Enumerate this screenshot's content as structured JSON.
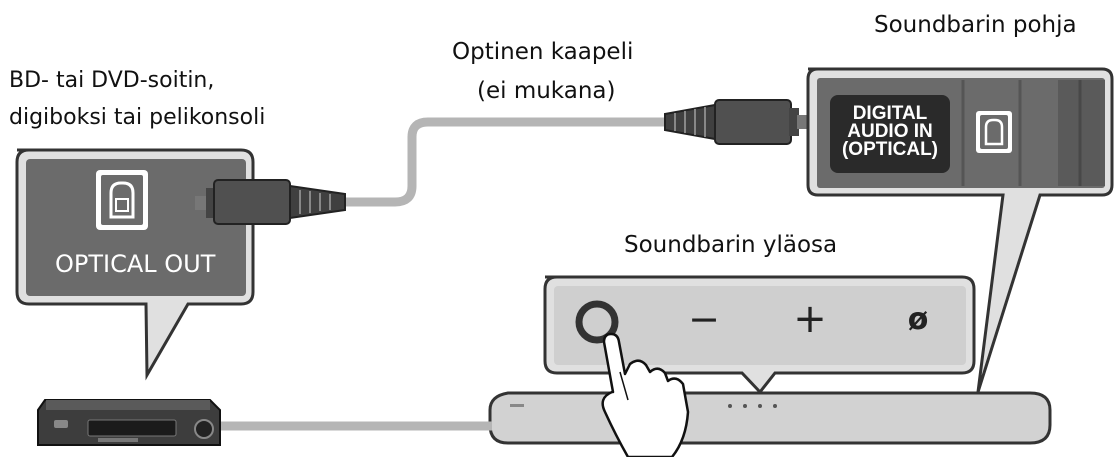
{
  "labels": {
    "source_line1": "BD- tai DVD-soitin,",
    "source_line2": "digiboksi tai pelikonsoli",
    "cable_line1": "Optinen kaapeli",
    "cable_line2": "(ei mukana)",
    "bottom_title": "Soundbarin pohja",
    "top_title": "Soundbarin yläosa"
  },
  "ports": {
    "optical_out": "OPTICAL OUT",
    "digital_in_line1": "DIGITAL",
    "digital_in_line2": "AUDIO IN",
    "digital_in_line3": "(OPTICAL)"
  },
  "buttons": {
    "minus": "−",
    "plus": "+",
    "mic": "ø"
  },
  "icons": [
    "optical-port-icon",
    "optical-plug-icon",
    "power-button-icon",
    "hand-pointer-icon"
  ],
  "colors": {
    "panel": "#6b6b6b",
    "panel_dark": "#3d3d3d",
    "cable": "#b5b5b5",
    "soundbar": "#d2d2d2",
    "outline": "#333333"
  }
}
